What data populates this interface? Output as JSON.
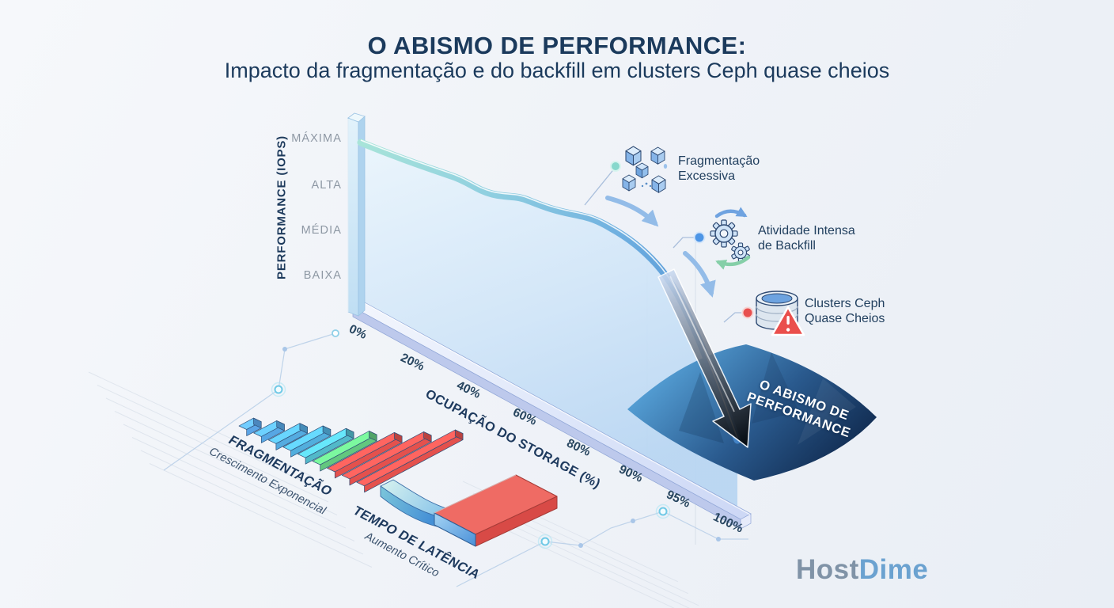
{
  "header": {
    "title": "O ABISMO DE PERFORMANCE:",
    "subtitle": "Impacto da fragmentação e do backfill em clusters Ceph quase cheios"
  },
  "y_axis": {
    "title": "PERFORMANCE (IOPS)",
    "ticks": [
      "MÁXIMA",
      "ALTA",
      "MÉDIA",
      "BAIXA"
    ]
  },
  "x_axis": {
    "title": "OCUPAÇÃO DO STORAGE (%)",
    "ticks": [
      "0%",
      "20%",
      "40%",
      "60%",
      "80%",
      "90%",
      "95%",
      "100%"
    ]
  },
  "annotations": [
    {
      "id": "fragmentation",
      "icon": "fragmented-cubes-icon",
      "line1": "Fragmentação",
      "line2": "Excessiva",
      "dot_color": "#86d8cc"
    },
    {
      "id": "backfill",
      "icon": "backfill-gears-icon",
      "line1": "Atividade Intensa",
      "line2": "de Backfill",
      "dot_color": "#4e96e6"
    },
    {
      "id": "full-clusters",
      "icon": "database-warning-icon",
      "line1": "Clusters Ceph",
      "line2": "Quase Cheios",
      "dot_color": "#e8504f"
    }
  ],
  "abyss_label": {
    "line1": "O ABISMO DE",
    "line2": "PERFORMANCE"
  },
  "mini_charts": {
    "fragmentation": {
      "title": "FRAGMENTAÇÃO",
      "subtitle": "Crescimento Exponencial"
    },
    "latency": {
      "title": "TEMPO DE LATÊNCIA",
      "subtitle": "Aumento Crítico"
    }
  },
  "logo": {
    "part1": "Host",
    "part2": "Dime"
  },
  "colors": {
    "navy_text": "#1e3a5e",
    "tick_gray": "#8e98a4",
    "curve_start": "#a8e4d9",
    "curve_end": "#4383c6",
    "abyss_top": "#55a0d6",
    "abyss_bottom": "#132f55",
    "plunge_arrow": "#8fb6ea",
    "bar_blue": "#5ba4e6",
    "bar_teal": "#52b9c9",
    "bar_green": "#63c77f",
    "bar_red": "#e4514d"
  },
  "chart_data": [
    {
      "id": "performance_vs_occupation",
      "type": "line",
      "title": "O ABISMO DE PERFORMANCE",
      "xlabel": "OCUPAÇÃO DO STORAGE (%)",
      "ylabel": "PERFORMANCE (IOPS)",
      "x_tick_labels": [
        "0%",
        "20%",
        "40%",
        "60%",
        "80%",
        "90%",
        "95%",
        "100%"
      ],
      "y_tick_labels": [
        "BAIXA",
        "MÉDIA",
        "ALTA",
        "MÁXIMA"
      ],
      "x": [
        0,
        20,
        40,
        60,
        80,
        90,
        95,
        100
      ],
      "y_performance_level_pct": [
        100,
        94,
        87,
        79,
        63,
        38,
        16,
        2
      ],
      "events": [
        "Fragmentação Excessiva",
        "Atividade Intensa de Backfill",
        "Clusters Ceph Quase Cheios"
      ],
      "legend_position": "right",
      "grid": false
    },
    {
      "id": "fragmentation_growth",
      "type": "bar",
      "title": "FRAGMENTAÇÃO",
      "subtitle": "Crescimento Exponencial",
      "values": [
        14,
        22,
        30,
        38,
        46,
        54,
        64,
        78,
        94
      ],
      "colors": [
        "#5ba4e6",
        "#57a7e4",
        "#54abe0",
        "#52aedd",
        "#52b9c9",
        "#63c77f",
        "#e4514d",
        "#e4514d",
        "#e4514d"
      ]
    },
    {
      "id": "latency_increase",
      "type": "area",
      "title": "TEMPO DE LATÊNCIA",
      "subtitle": "Aumento Crítico",
      "values": [
        30,
        95
      ],
      "colors": [
        "#4a90d8",
        "#e4514d"
      ]
    }
  ]
}
